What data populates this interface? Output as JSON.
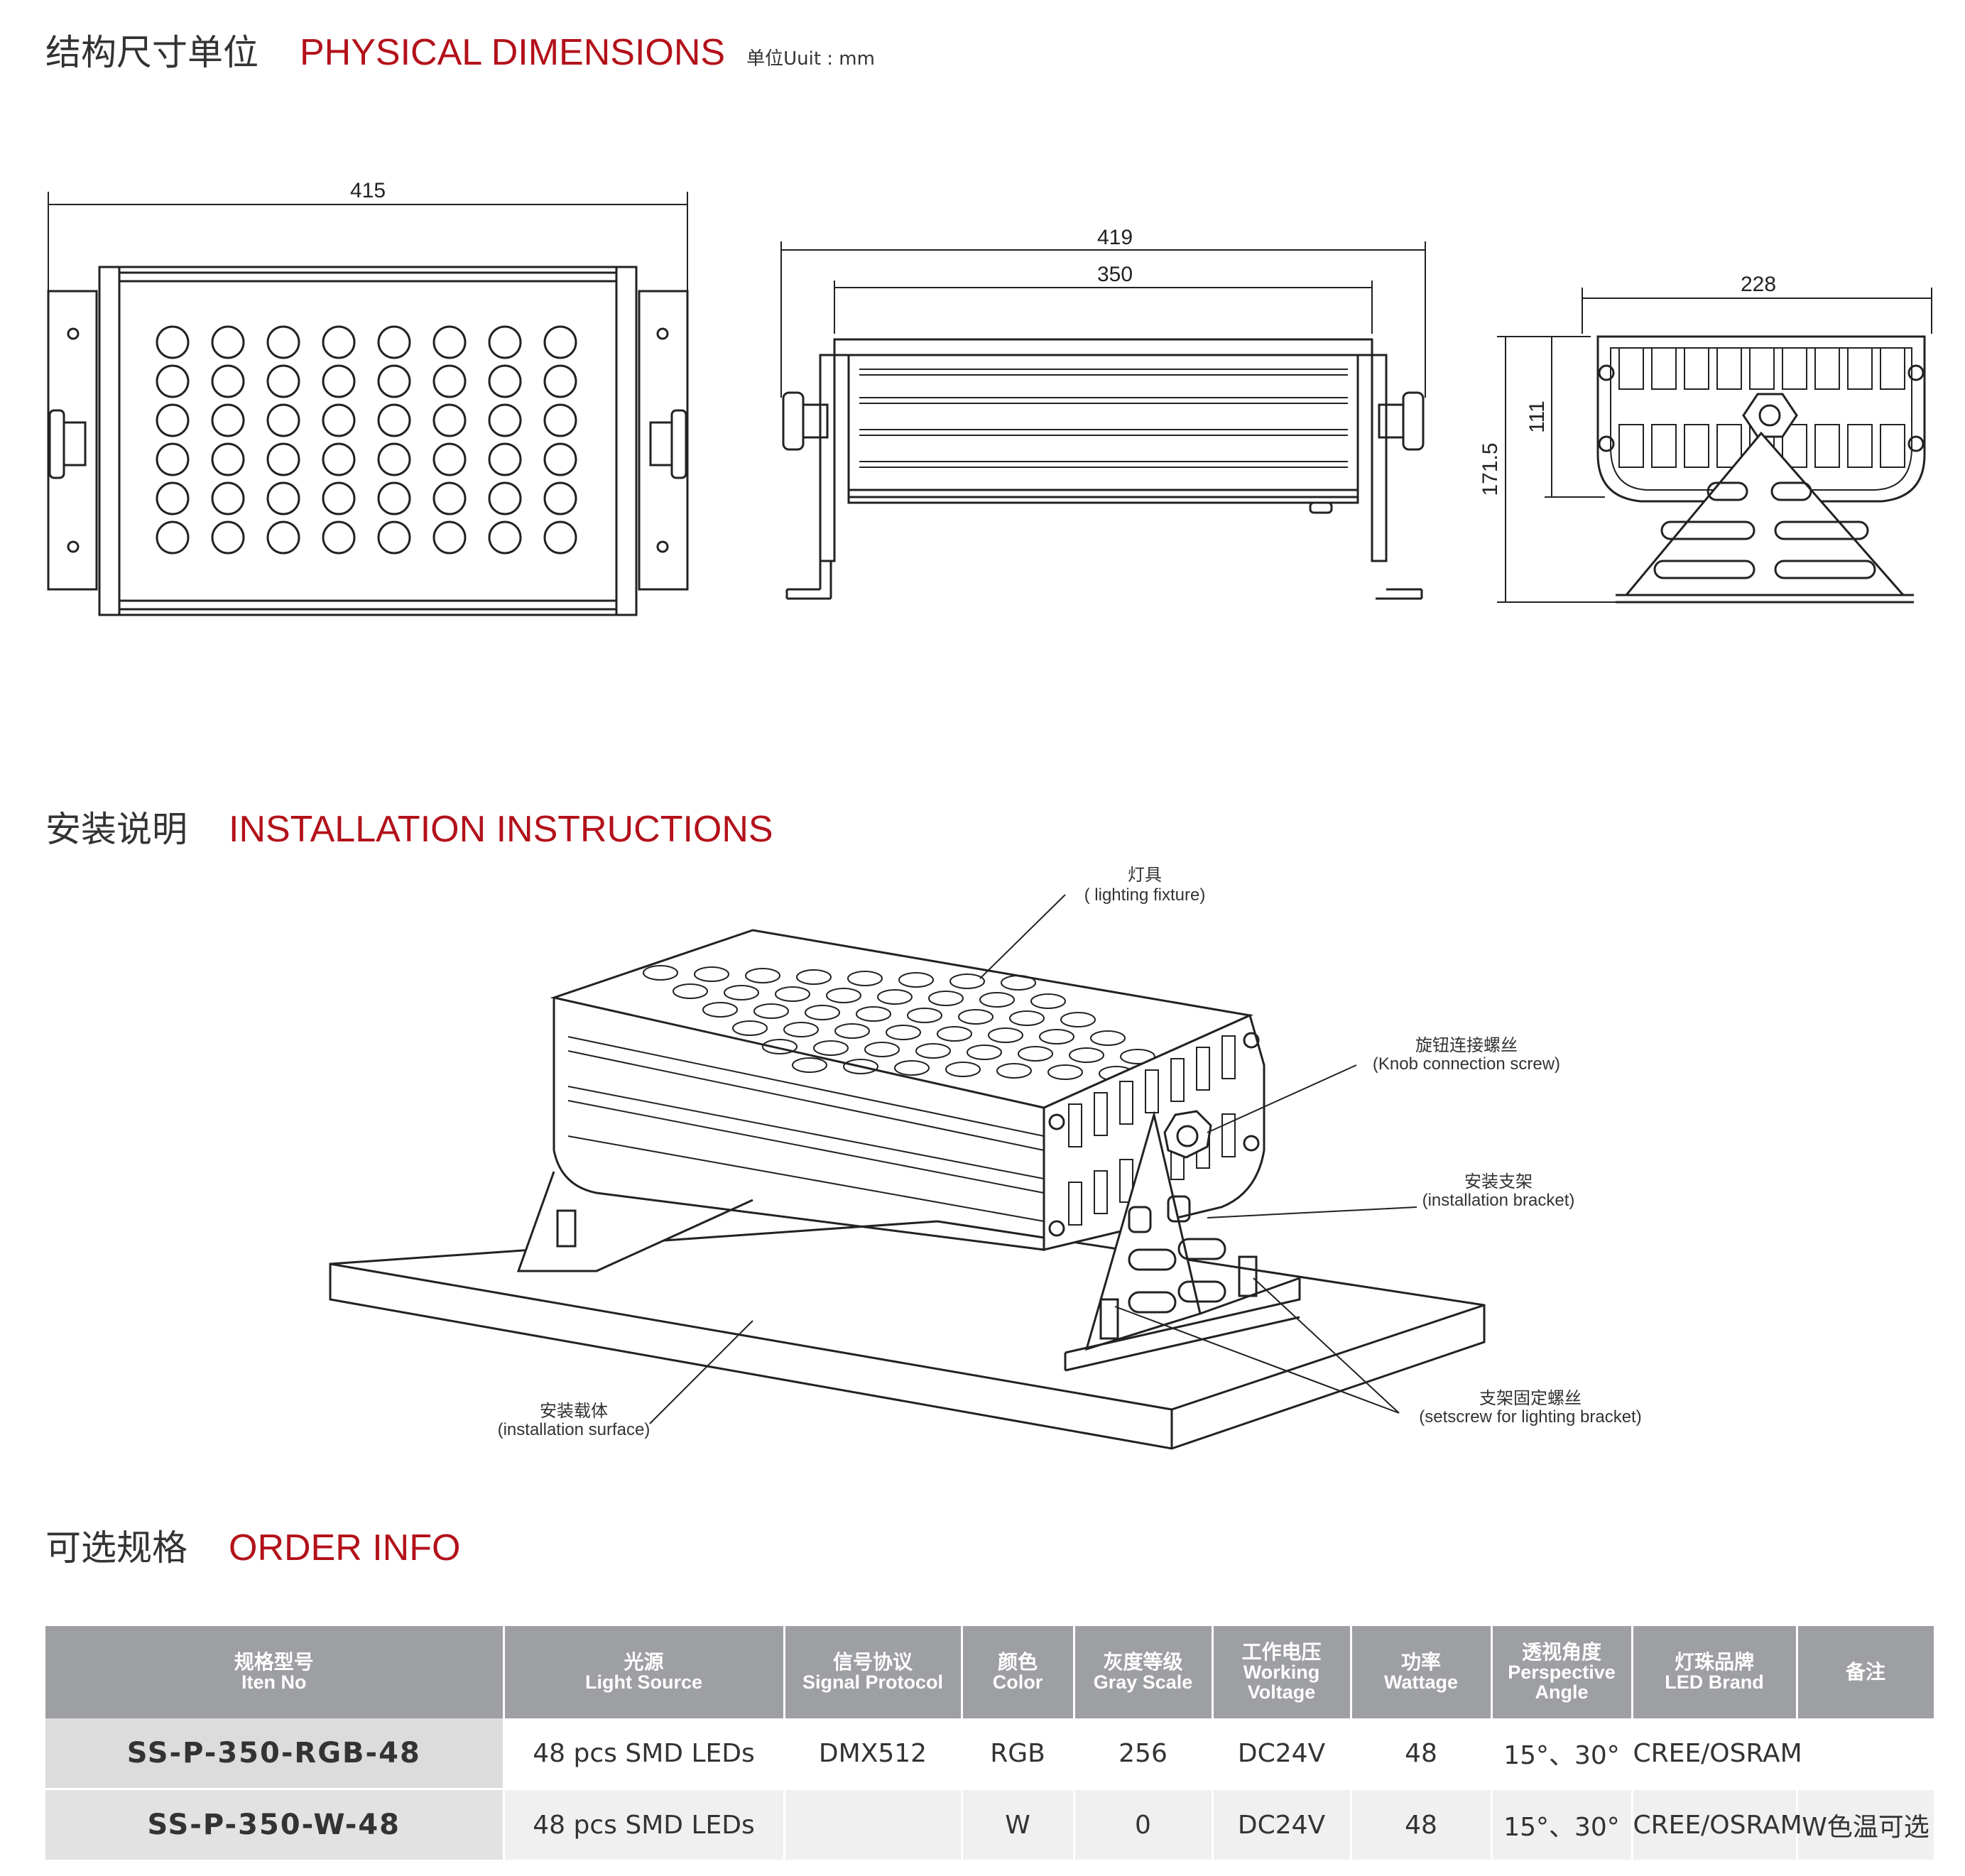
{
  "sections": {
    "physical": {
      "cn": "结构尺寸单位",
      "en": "PHYSICAL DIMENSIONS",
      "unit": "单位Uuit : mm"
    },
    "install": {
      "cn": "安装说明",
      "en": "INSTALLATION INSTRUCTIONS"
    },
    "order": {
      "cn": "可选规格",
      "en": "ORDER INFO"
    }
  },
  "dimensions": {
    "front_width": "415",
    "side_total": "419",
    "side_body": "350",
    "end_width": "228",
    "end_body_height": "111",
    "end_total_height": "171.5"
  },
  "labels": {
    "fixture_cn": "灯具",
    "fixture_en": "( lighting fixture)",
    "knob_cn": "旋钮连接螺丝",
    "knob_en": "(Knob connection screw)",
    "bracket_cn": "安装支架",
    "bracket_en": "(installation bracket)",
    "surface_cn": "安装载体",
    "surface_en": "(installation surface)",
    "setscrew_cn": "支架固定螺丝",
    "setscrew_en": "(setscrew for lighting bracket)"
  },
  "table": {
    "headers": [
      {
        "cn": "规格型号",
        "en": "Iten No"
      },
      {
        "cn": "光源",
        "en": "Light Source"
      },
      {
        "cn": "信号协议",
        "en": "Signal Protocol"
      },
      {
        "cn": "颜色",
        "en": "Color"
      },
      {
        "cn": "灰度等级",
        "en": "Gray Scale"
      },
      {
        "cn": "工作电压",
        "en": "Working Voltage"
      },
      {
        "cn": "功率",
        "en": "Wattage"
      },
      {
        "cn": "透视角度",
        "en": "Perspective Angle"
      },
      {
        "cn": "灯珠品牌",
        "en": "LED Brand"
      },
      {
        "cn": "备注",
        "en": ""
      }
    ],
    "rows": [
      [
        "SS-P-350-RGB-48",
        "48 pcs SMD LEDs",
        "DMX512",
        "RGB",
        "256",
        "DC24V",
        "48",
        "15°、30°",
        "CREE/OSRAM",
        ""
      ],
      [
        "SS-P-350-W-48",
        "48 pcs SMD LEDs",
        "",
        "W",
        "0",
        "DC24V",
        "48",
        "15°、30°",
        "CREE/OSRAM",
        "W色温可选"
      ]
    ]
  }
}
